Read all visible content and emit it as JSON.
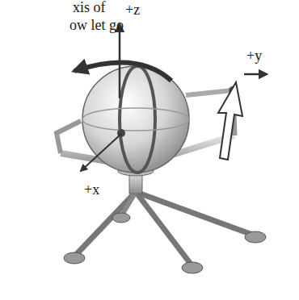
{
  "diagram": {
    "labels": [
      "xis of",
      "ow let go",
      "+z",
      "+y",
      "+x"
    ]
  }
}
